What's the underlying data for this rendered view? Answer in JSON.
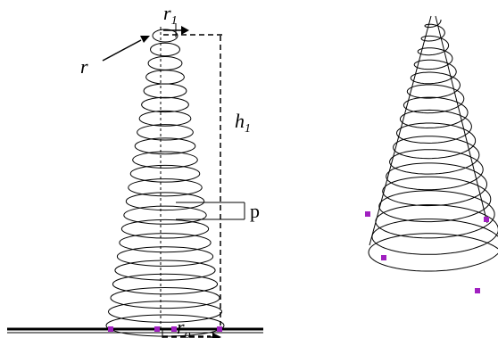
{
  "labels": {
    "r_top_main": "r",
    "r_top_sub": "1",
    "r": "r",
    "h1_main": "h",
    "h1_sub": "1",
    "p": "p",
    "r_bottom_main": "r",
    "r_bottom_sub": "o"
  },
  "colors": {
    "line": "#000000",
    "marker": "#a020c0"
  }
}
